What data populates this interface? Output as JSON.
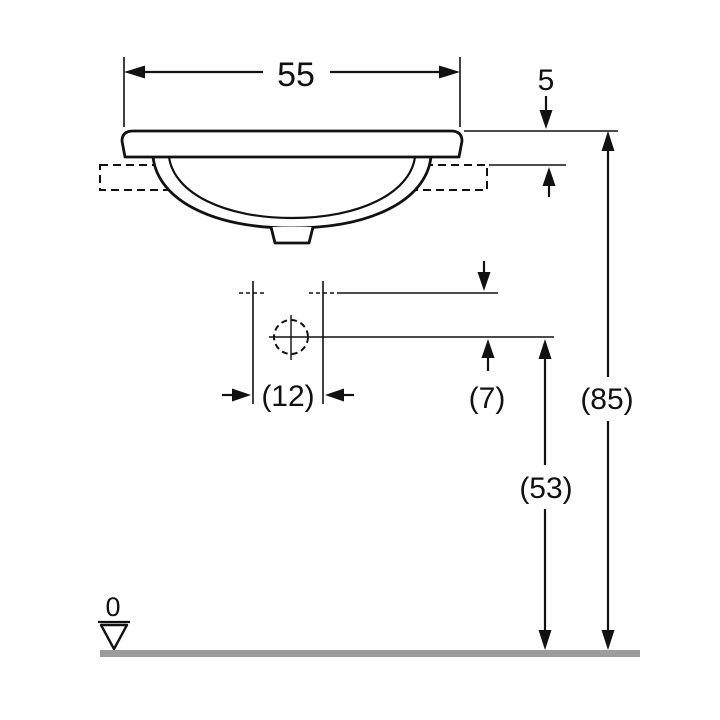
{
  "diagram": {
    "type": "technical-dimension-drawing",
    "subject": "drop-in washbasin front elevation with installation dimensions",
    "labels": {
      "basin_width": "55",
      "rim_height": "5",
      "tap_hole_spacing": "(12)",
      "tap_to_trap_offset": "(7)",
      "overall_height": "(85)",
      "trap_height": "(53)",
      "floor_datum": "0"
    },
    "colors": {
      "line": "#111111",
      "floor": "#9c9c9c",
      "background": "#ffffff"
    }
  }
}
